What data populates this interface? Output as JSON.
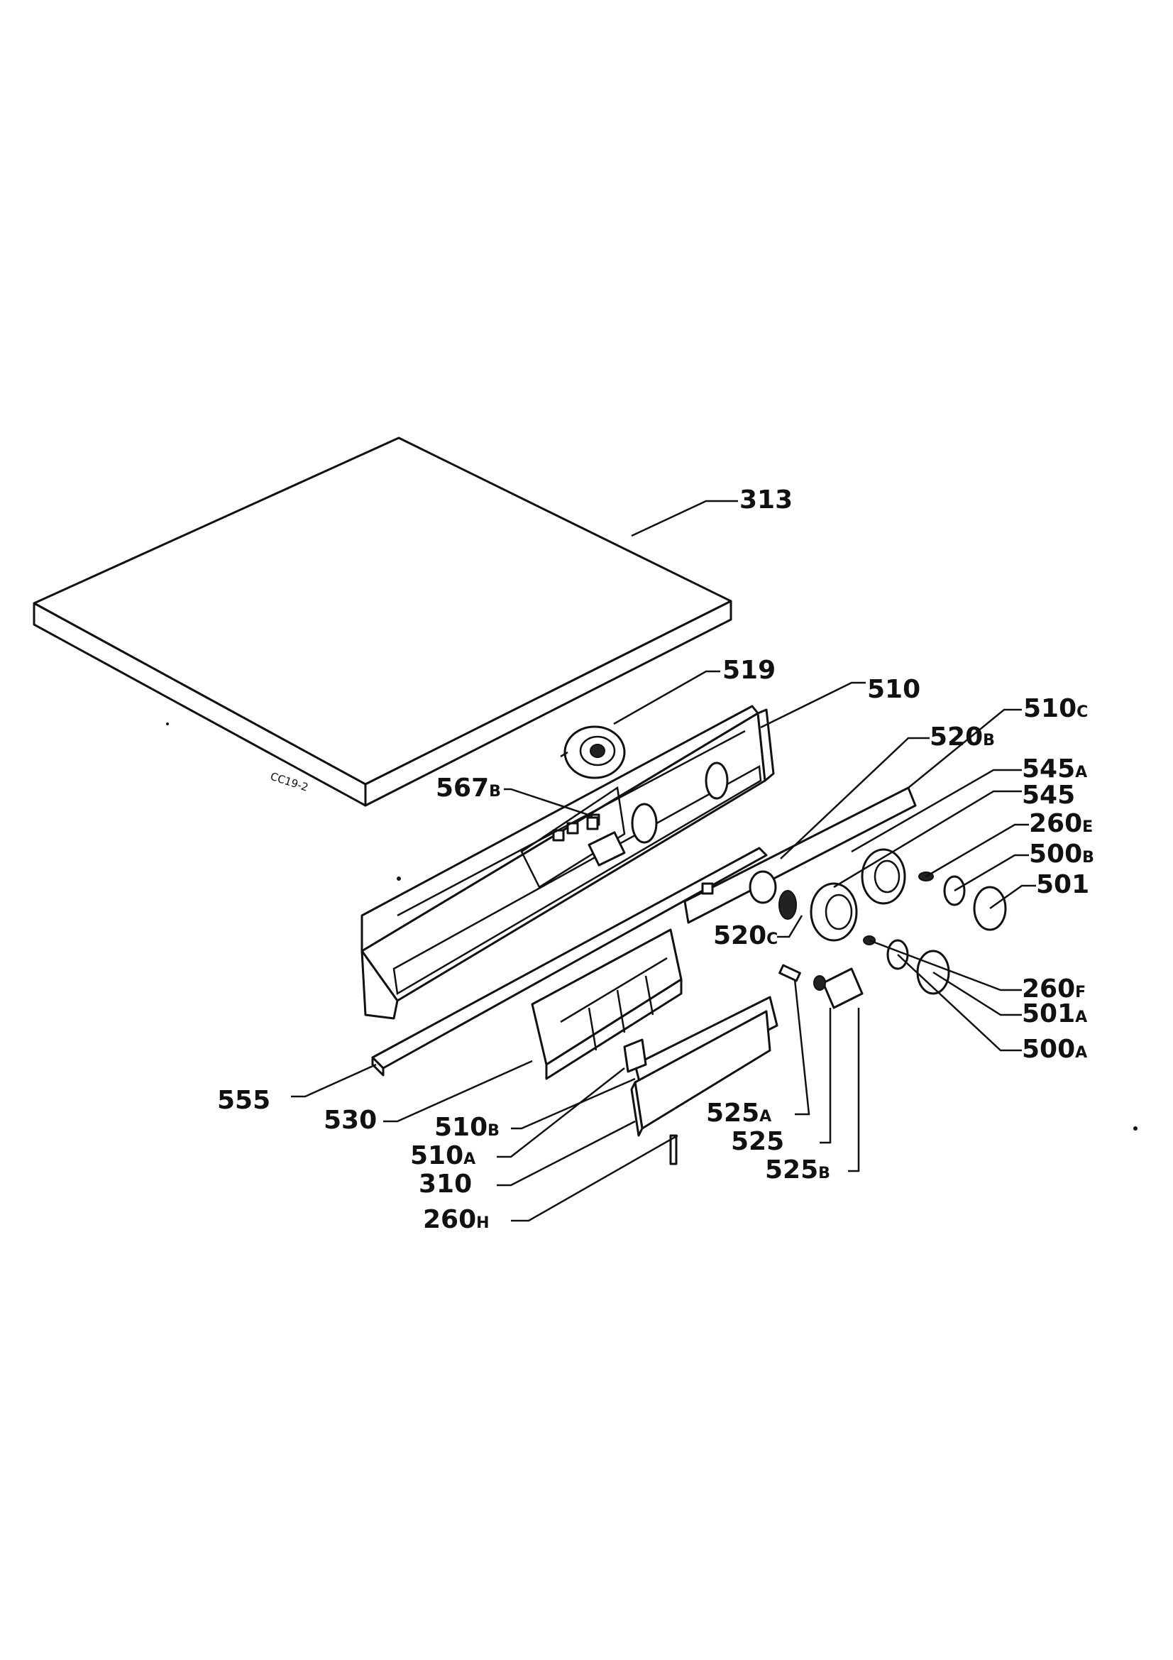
{
  "diagram": {
    "lid_mark": "CC19-2",
    "labels": [
      {
        "id": "313",
        "text": "313"
      },
      {
        "id": "519",
        "text": "519"
      },
      {
        "id": "510",
        "text": "510"
      },
      {
        "id": "520b",
        "text": "520",
        "suffix": "B"
      },
      {
        "id": "510c",
        "text": "510",
        "suffix": "C"
      },
      {
        "id": "567b",
        "text": "567",
        "suffix": "B"
      },
      {
        "id": "545a",
        "text": "545",
        "suffix": "A"
      },
      {
        "id": "545",
        "text": "545"
      },
      {
        "id": "260e",
        "text": "260",
        "suffix": "E"
      },
      {
        "id": "500b",
        "text": "500",
        "suffix": "B"
      },
      {
        "id": "501",
        "text": "501"
      },
      {
        "id": "520c",
        "text": "520",
        "suffix": "C"
      },
      {
        "id": "260f",
        "text": "260",
        "suffix": "F"
      },
      {
        "id": "501a",
        "text": "501",
        "suffix": "A"
      },
      {
        "id": "500a",
        "text": "500",
        "suffix": "A"
      },
      {
        "id": "555",
        "text": "555"
      },
      {
        "id": "530",
        "text": "530"
      },
      {
        "id": "510b",
        "text": "510",
        "suffix": "B"
      },
      {
        "id": "525a",
        "text": "525",
        "suffix": "A"
      },
      {
        "id": "525",
        "text": "525"
      },
      {
        "id": "510a",
        "text": "510",
        "suffix": "A"
      },
      {
        "id": "310",
        "text": "310"
      },
      {
        "id": "525b",
        "text": "525",
        "suffix": "B"
      },
      {
        "id": "260h",
        "text": "260",
        "suffix": "H"
      }
    ]
  }
}
